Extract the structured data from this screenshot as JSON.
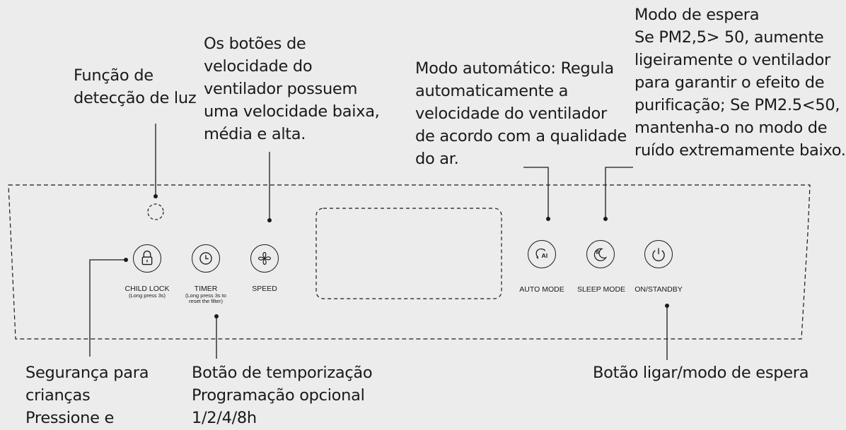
{
  "annotations": {
    "light_detection": [
      "Função de",
      "detecção de luz"
    ],
    "fan_speed": [
      "Os botões de",
      "velocidade do",
      "ventilador possuem",
      "uma velocidade baixa,",
      "média e alta."
    ],
    "auto_mode": [
      "Modo automático: Regula",
      "automaticamente a",
      "velocidade do ventilador",
      "de acordo com a qualidade",
      "do ar."
    ],
    "sleep_mode": [
      "Modo de espera",
      "Se PM2,5> 50, aumente",
      "ligeiramente o ventilador",
      "para garantir o efeito de",
      "purificação; Se PM2.5<50,",
      "mantenha-o no modo de",
      "ruído extremamente baixo."
    ],
    "child_lock": [
      "Segurança para",
      "crianças",
      "Pressione e"
    ],
    "timer": [
      "Botão de temporização",
      "Programação opcional",
      "1/2/4/8h"
    ],
    "on_standby": [
      "Botão ligar/modo de espera"
    ]
  },
  "panel": {
    "child_lock_label": "CHILD LOCK",
    "child_lock_sub": "(Long press 3s)",
    "timer_label": "TIMER",
    "timer_sub_1": "(Long press 3s to",
    "timer_sub_2": "reset the filter)",
    "speed_label": "SPEED",
    "auto_label": "AUTO MODE",
    "auto_icon_text": "AI",
    "sleep_label": "SLEEP MODE",
    "power_label": "ON/STANDBY"
  },
  "icons": [
    "lock-icon",
    "clock-icon",
    "fan-icon",
    "ai-head-icon",
    "moon-star-icon",
    "power-icon"
  ],
  "colors": {
    "background": "#ececec",
    "ink": "#1a1a1a"
  }
}
